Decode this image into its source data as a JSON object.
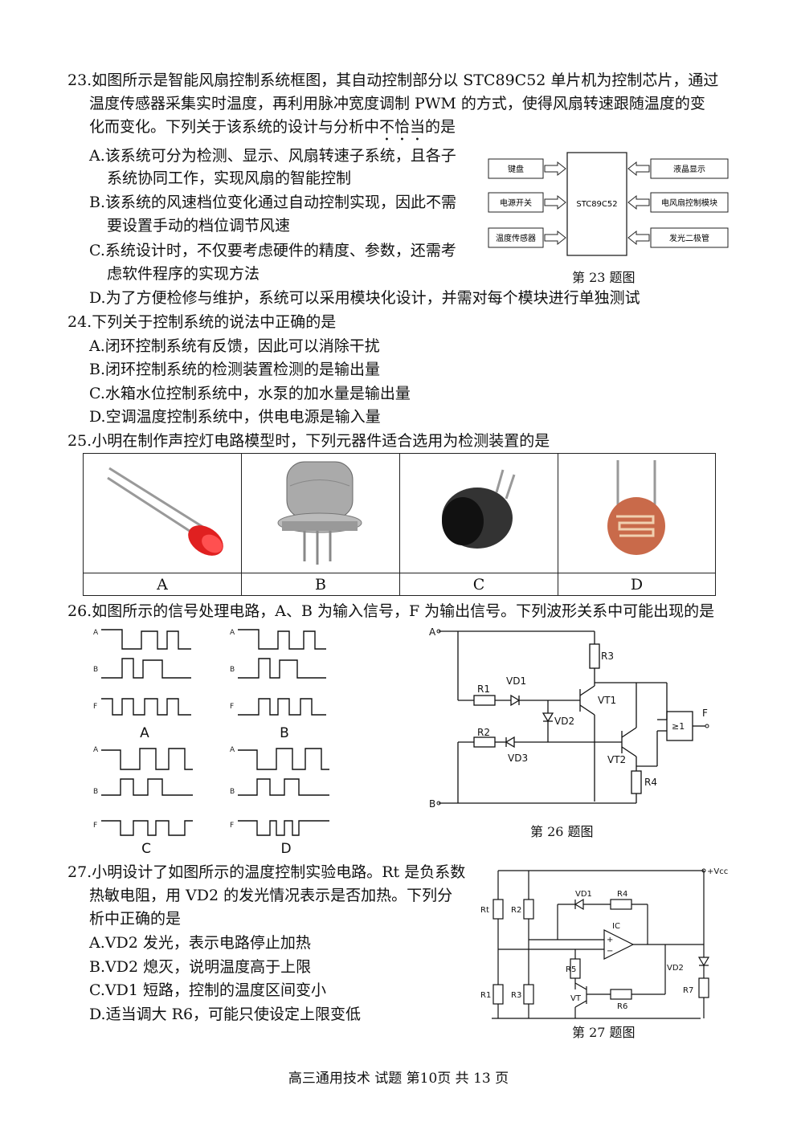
{
  "q23": {
    "stem1": "23.如图所示是智能风扇控制系统框图，其自动控制部分以 STC89C52 单片机为控制芯片，通过",
    "stem2": "温度传感器采集实时温度，再利用脉冲宽度调制 PWM 的方式，使得风扇转速跟随温度的变",
    "stem3a": "化而变化。下列关于该系统的设计与分析中",
    "stem3b": "不恰当",
    "stem3c": "的是",
    "a1": "A.该系统可分为检测、显示、风扇转速子系统，且各子",
    "a2": "系统协同工作，实现风扇的智能控制",
    "b1": "B.该系统的风速档位变化通过自动控制实现，因此不需",
    "b2": "要设置手动的档位调节风速",
    "c1": "C.系统设计时，不仅要考虑硬件的精度、参数，还需考",
    "c2": "虑软件程序的实现方法",
    "d": "D.为了方便检修与维护，系统可以采用模块化设计，并需对每个模块进行单独测试",
    "caption": "第 23 题图",
    "diagram": {
      "chip": "STC89C52",
      "left": [
        "键盘",
        "电源开关",
        "温度传感器"
      ],
      "right": [
        "液晶显示",
        "电风扇控制模块",
        "发光二极管"
      ]
    }
  },
  "q24": {
    "stem": "24.下列关于控制系统的说法中正确的是",
    "a": "A.闭环控制系统有反馈，因此可以消除干扰",
    "b": "B.闭环控制系统的检测装置检测的是输出量",
    "c": "C.水箱水位控制系统中，水泵的加水量是输出量",
    "d": "D.空调温度控制系统中，供电电源是输入量"
  },
  "q25": {
    "stem": "25.小明在制作声控灯电路模型时，下列元器件适合选用为检测装置的是",
    "labels": [
      "A",
      "B",
      "C",
      "D"
    ]
  },
  "q26": {
    "stem": "26.如图所示的信号处理电路，A、B 为输入信号，F 为输出信号。下列波形关系中可能出现的是",
    "option_labels": [
      "A",
      "B",
      "C",
      "D"
    ],
    "signal_labels": [
      "A",
      "B",
      "F"
    ],
    "circuit": {
      "input_a": "A",
      "input_b": "B",
      "output": "F",
      "r1": "R1",
      "r2": "R2",
      "r3": "R3",
      "r4": "R4",
      "vd1": "VD1",
      "vd2": "VD2",
      "vd3": "VD3",
      "vt1": "VT1",
      "vt2": "VT2",
      "gate": "≥1"
    },
    "caption": "第 26 题图"
  },
  "q27": {
    "stem1": "27.小明设计了如图所示的温度控制实验电路。Rt 是负系数",
    "stem2": "热敏电阻，用 VD2 的发光情况表示是否加热。下列分",
    "stem3": "析中正确的是",
    "a": "A.VD2 发光，表示电路停止加热",
    "b": "B.VD2 熄灭，说明温度高于上限",
    "c": "C.VD1 短路，控制的温度区间变小",
    "d": "D.适当调大 R6，可能只使设定上限变低",
    "circuit": {
      "vcc": "+Vcc",
      "rt": "Rt",
      "r1": "R1",
      "r2": "R2",
      "r3": "R3",
      "r4": "R4",
      "r5": "R5",
      "r6": "R6",
      "r7": "R7",
      "vd1": "VD1",
      "vd2": "VD2",
      "vt": "VT",
      "ic": "IC",
      "plus": "+",
      "minus": "−"
    },
    "caption": "第 27 题图"
  },
  "footer": "高三通用技术 试题 第10页 共 13 页"
}
